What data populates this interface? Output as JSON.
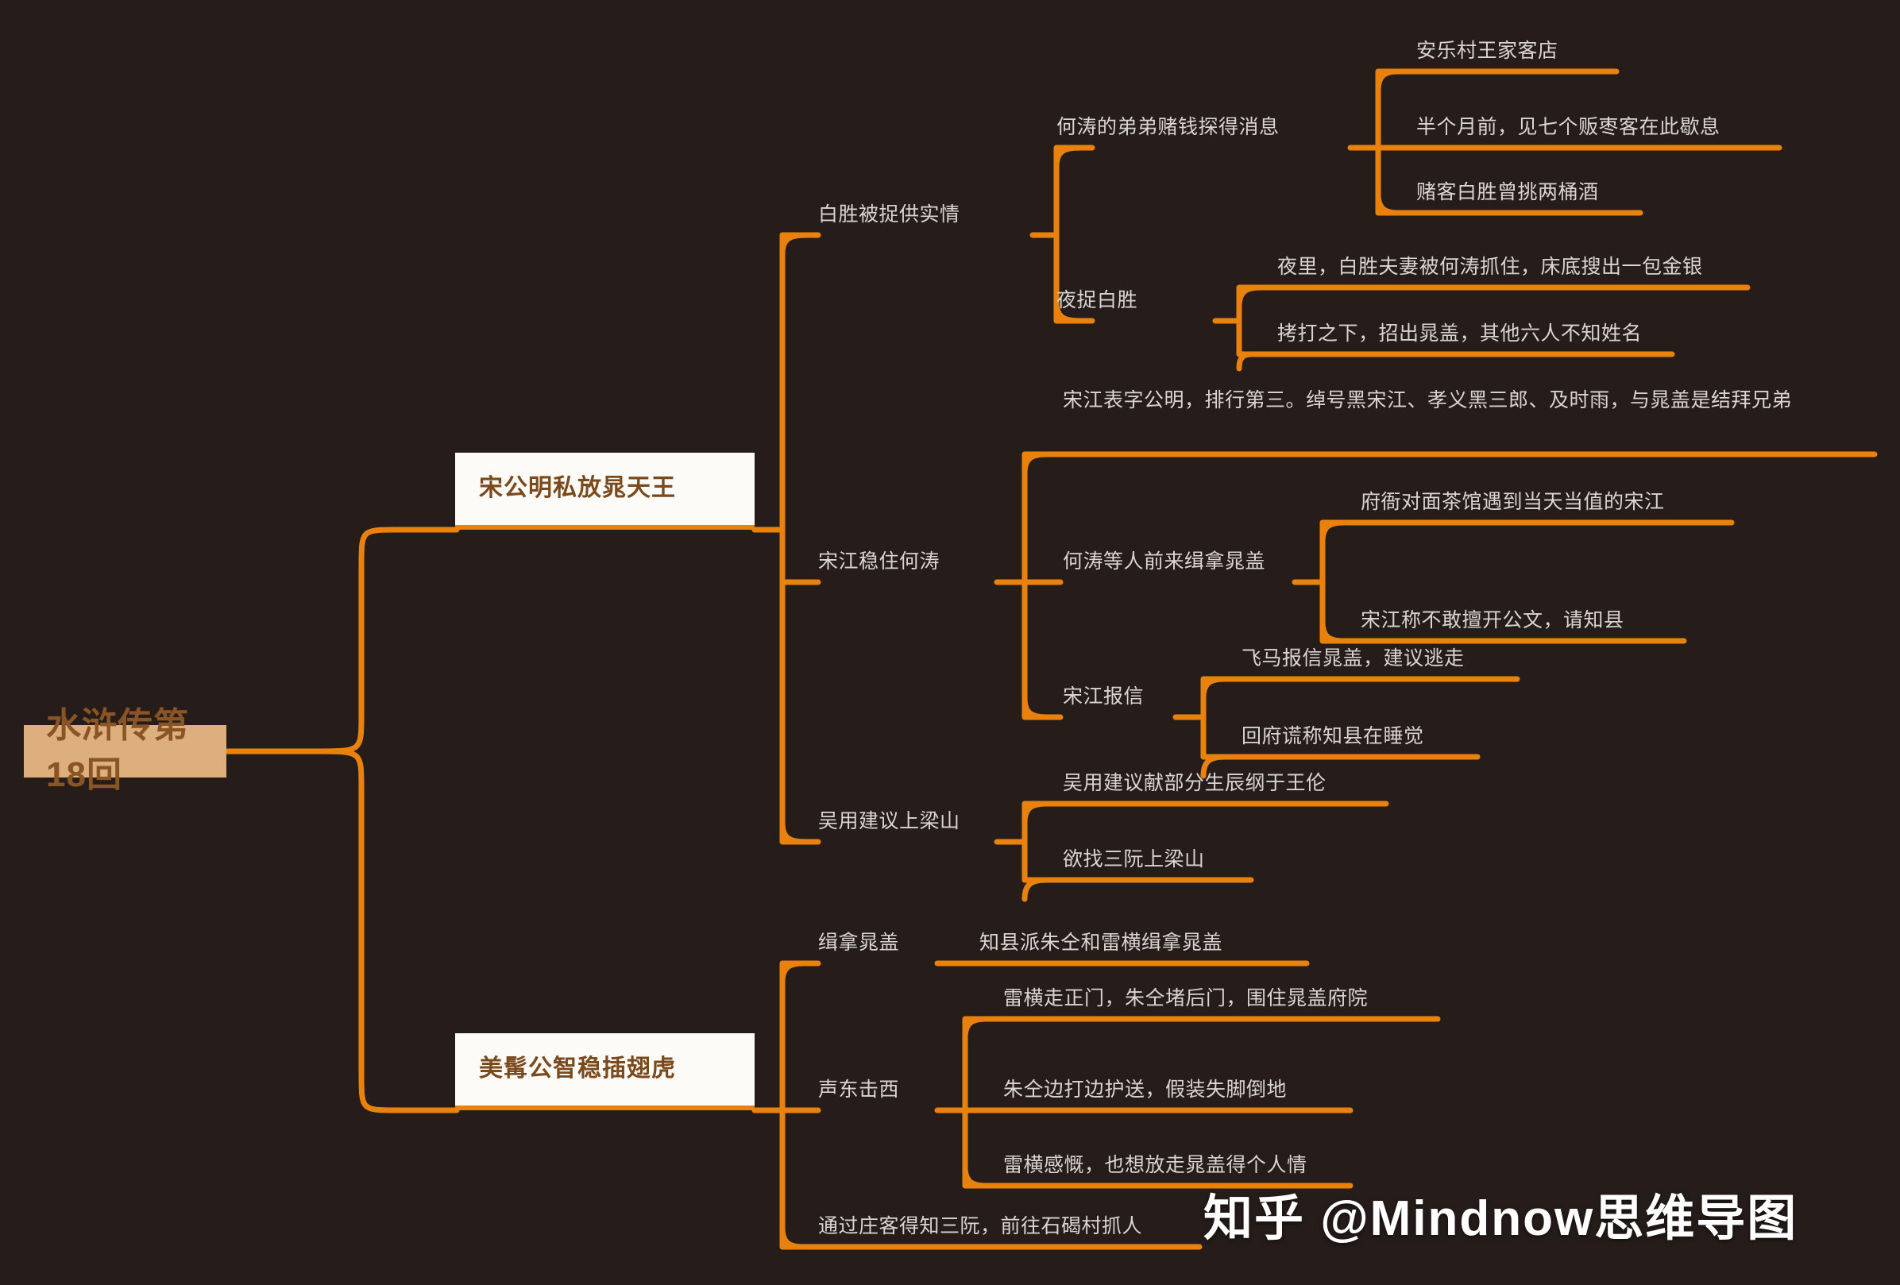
{
  "theme": {
    "background": "#261d1b",
    "link_color": "#e8820c",
    "root_fill": "#ddaf7c",
    "root_text": "#8a5524",
    "branch_fill": "#fdfbf7",
    "branch_text": "#7a4a1d",
    "topic_text": "#d8d5d2",
    "watermark_text": "#ffffff"
  },
  "root": {
    "label": "水浒传第18回"
  },
  "branches": [
    {
      "label": "宋公明私放晁天王",
      "children": [
        {
          "label": "白胜被捉供实情",
          "children": [
            {
              "label": "何涛的弟弟赌钱探得消息",
              "children": [
                {
                  "label": "安乐村王家客店"
                },
                {
                  "label": "半个月前，见七个贩枣客在此歇息"
                },
                {
                  "label": "赌客白胜曾挑两桶酒"
                }
              ]
            },
            {
              "label": "夜捉白胜",
              "children": [
                {
                  "label": "夜里，白胜夫妻被何涛抓住，床底搜出一包金银"
                },
                {
                  "label": "拷打之下，招出晁盖，其他六人不知姓名"
                }
              ]
            }
          ]
        },
        {
          "label": "宋江稳住何涛",
          "children": [
            {
              "label": "宋江表字公明，排行第三。绰号黑宋江、孝义黑三郎、及时雨，与晁盖是结拜兄弟"
            },
            {
              "label": "何涛等人前来缉拿晁盖",
              "children": [
                {
                  "label": "府衙对面茶馆遇到当天当值的宋江"
                },
                {
                  "label": "宋江称不敢擅开公文，请知县"
                }
              ]
            },
            {
              "label": "宋江报信",
              "children": [
                {
                  "label": "飞马报信晁盖，建议逃走"
                },
                {
                  "label": "回府谎称知县在睡觉"
                }
              ]
            }
          ]
        },
        {
          "label": "吴用建议上梁山",
          "children": [
            {
              "label": "吴用建议献部分生辰纲于王伦"
            },
            {
              "label": "欲找三阮上梁山"
            }
          ]
        }
      ]
    },
    {
      "label": "美髯公智稳插翅虎",
      "children": [
        {
          "label": "缉拿晁盖",
          "children": [
            {
              "label": "知县派朱仝和雷横缉拿晁盖"
            }
          ]
        },
        {
          "label": "声东击西",
          "children": [
            {
              "label": "雷横走正门，朱仝堵后门，围住晁盖府院"
            },
            {
              "label": "朱仝边打边护送，假装失脚倒地"
            },
            {
              "label": "雷横感慨，也想放走晁盖得个人情"
            }
          ]
        },
        {
          "label": "通过庄客得知三阮，前往石碣村抓人"
        }
      ]
    }
  ],
  "watermark": {
    "label": "知乎 @Mindnow思维导图"
  }
}
